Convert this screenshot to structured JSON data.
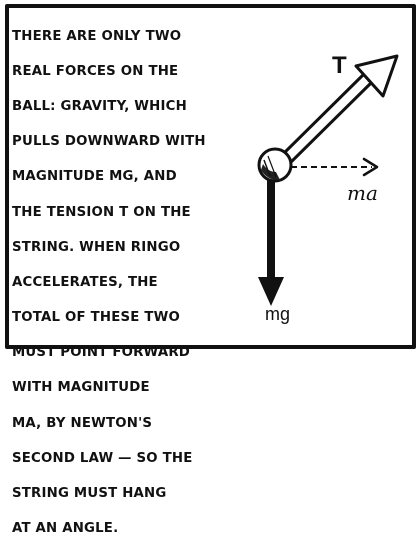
{
  "narration": {
    "lines": [
      "THERE ARE ONLY TWO",
      "REAL FORCES ON THE",
      "BALL: GRAVITY, WHICH",
      "PULLS DOWNWARD WITH",
      "MAGNITUDE mg, AND",
      "THE TENSION T ON THE",
      "STRING. WHEN RINGO",
      "ACCELERATES, THE",
      "TOTAL OF THESE TWO",
      "MUST POINT FORWARD",
      "WITH MAGNITUDE",
      "ma, BY NEWTON'S",
      "SECOND LAW — SO THE",
      "STRING MUST HANG",
      "AT AN ANGLE."
    ]
  },
  "diagram": {
    "tension_label": "T",
    "acceleration_label": "ma",
    "gravity_label": "mg"
  }
}
